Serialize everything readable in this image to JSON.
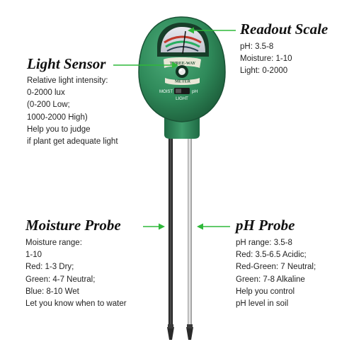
{
  "readout": {
    "title": "Readout Scale",
    "lines": [
      "pH: 3.5-8",
      "Moisture: 1-10",
      "Light: 0-2000"
    ]
  },
  "light": {
    "title": "Light Sensor",
    "lines": [
      "Relative light intensity:",
      "0-2000 lux",
      "(0-200 Low;",
      "1000-2000 High)",
      "Help you to judge",
      "if plant get adequate light"
    ]
  },
  "moisture": {
    "title": "Moisture Probe",
    "lines": [
      "Moisture range:",
      "1-10",
      "Red: 1-3 Dry;",
      "Green: 4-7 Neutral;",
      "Blue: 8-10 Wet",
      "Let you know when to water"
    ]
  },
  "ph": {
    "title": "pH Probe",
    "lines": [
      "pH range: 3.5-8",
      "Red: 3.5-6.5 Acidic;",
      "Red-Green: 7 Neutral;",
      "Green: 7-8 Alkaline",
      "Help you control",
      "pH level in soil"
    ]
  },
  "device": {
    "label_top": "THREE-WAY",
    "label_bottom": "METER",
    "switch_left": "MOIST",
    "switch_right": "pH",
    "switch_bottom": "LIGHT"
  },
  "colors": {
    "arrow": "#2fb83a",
    "body": "#2f8a5a",
    "probe": "#2a2a2a"
  }
}
